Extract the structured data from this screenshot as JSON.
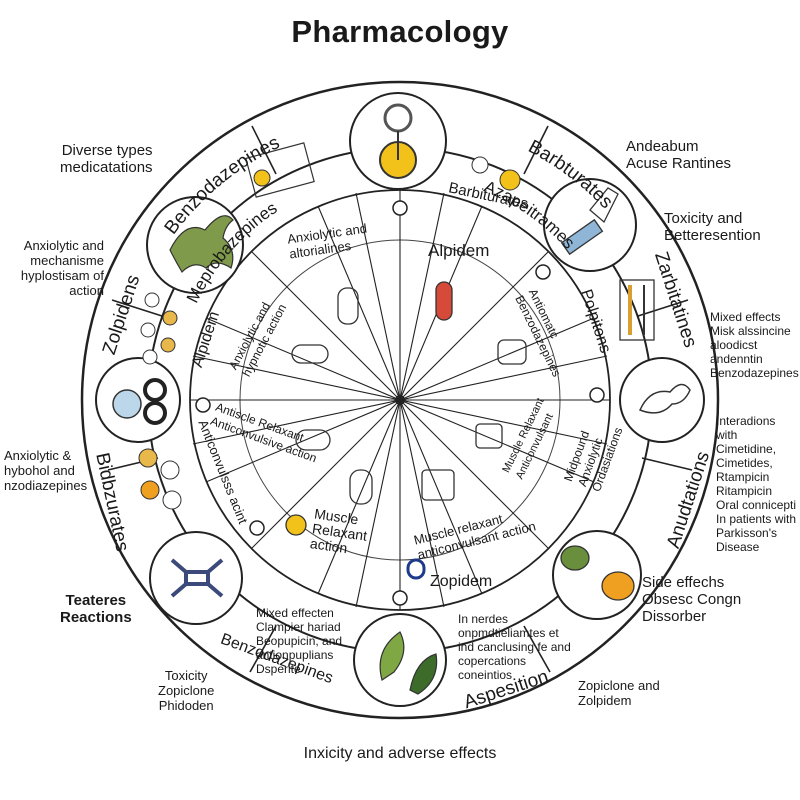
{
  "title": "Pharmacology",
  "caption": "Inxicity and adverse effects",
  "ring_labels": {
    "benzodazepines_top": "Benzodazepines",
    "barbturates_top": "Barbturates",
    "zolpidens": "Zolpidens",
    "zarbitatines": "Zarbitatines",
    "bidbzurates": "Bidbzurates",
    "anudtations": "Anudtations",
    "benzodazepines_bottom": "Benzodazepines",
    "aspesition": "Aspesition"
  },
  "middle_labels": {
    "meprobazepines": "Meprobazepines",
    "azapeitrames": "Azapeitrames",
    "barbiturates": "Barbiturates",
    "alpidem_left": "Alpidem",
    "polpitons": "Polpitons",
    "anticonvulsiss_acint": "Anticonvulsss acint"
  },
  "inner_labels": {
    "anxiolytic_top": "Anxiolytic and\naltorialines",
    "alpidem": "Alpidem",
    "anxiolytic_hypnotic": "Anxiolytic and\nhypnotic action",
    "antiomatc": "Antiomatc\nBenzodazepines",
    "muscle_relaxant_left": "Antiscle Relaxant\nAnticonvulsive action",
    "muscle_relaxant_right": "Muscle Relaxant\nAnticonvulsant",
    "muscle_relaxant_bottom": "Muscle\nRelaxant\naction",
    "muscle_relaxant_bottom_right": "Muscle relaxant\nanticonvulsant action",
    "zopidem": "Zopidem",
    "midpound": "Midpound\nAnxiolytic\nOrdasiations"
  },
  "external": {
    "diverse": "Diverse types\nmedicatations",
    "andeabum": "Andeabum\nAcuse Rantines",
    "toxicity_top": "Toxicity and\nBetteresention",
    "anxiolytic_mech": "Anxiolytic and\nmechanisme\nhyplostisam of\naction",
    "mixed_right": "Mixed effects\nMisk alssincine\naloodicst\nandenntin\nBenzodazepines",
    "anxiolytic_hybohol": "Anxiolytic &\nhybohol and\nnzodiazepines",
    "interactions": "Interadions with\nCimetidine,\nCimetides,\nRtampicin\nRitampicin\nOral connicepti\nIn patients with\nParkisson's\nDisease",
    "teateres": "Teateres\nReactions",
    "side_effects": "Side effechs\nObsesc Congn\nDissorber",
    "mixed_bottom": "Mixed effecten\nClampier hariad\nBeopupicin, and\nantionpuplians\nDsperite",
    "in_nerdes": "In nerdes\nonpmdtieliamtes et\nind canclusing fe and\ncopercations\nconeintios",
    "toxicity_bottom": "Toxicity\nZopiclone\nPhidoden",
    "zopiclone": "Zopiclone and\nZolpidem"
  },
  "colors": {
    "accent_yellow": "#f2c21b",
    "accent_green": "#6a8f3c",
    "accent_orange": "#f0a020",
    "accent_blue": "#8fb6d6",
    "line": "#222222"
  },
  "icons": [
    "ring-icon",
    "pill-icon",
    "capsule-icon",
    "animal-icon",
    "tablet-icon",
    "syringe-icon",
    "dropper-icon",
    "molecule-icon",
    "leaf-icon",
    "blister-icon"
  ]
}
